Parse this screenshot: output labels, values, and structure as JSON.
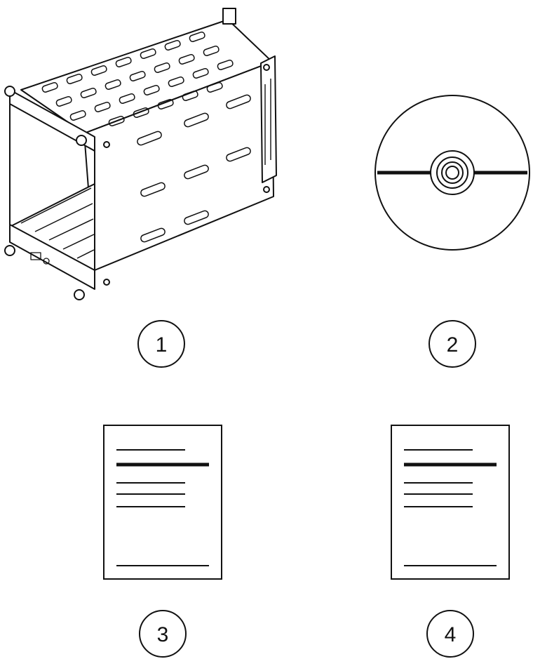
{
  "figure": {
    "items": [
      {
        "callout": "1",
        "icon": "chassis-icon"
      },
      {
        "callout": "2",
        "icon": "disc-icon"
      },
      {
        "callout": "3",
        "icon": "document-icon"
      },
      {
        "callout": "4",
        "icon": "document-icon"
      }
    ]
  }
}
